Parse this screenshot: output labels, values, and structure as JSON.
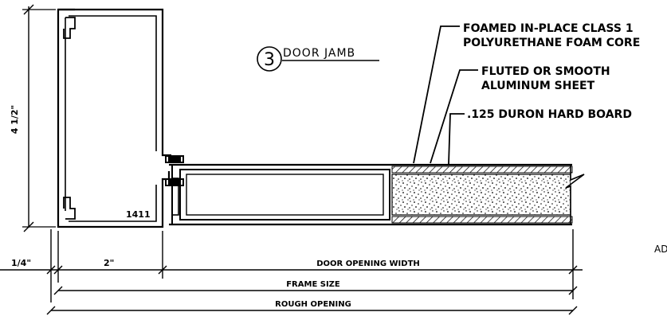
{
  "view_number": "3",
  "view_title": "DOOR JAMB",
  "callouts": {
    "foam_line1": "FOAMED IN-PLACE CLASS 1",
    "foam_line2": "POLYURETHANE FOAM CORE",
    "sheet_line1": "FLUTED OR SMOOTH",
    "sheet_line2": "ALUMINUM SHEET",
    "hardboard": ".125 DURON HARD BOARD"
  },
  "part_number": "1411",
  "dimensions": {
    "frame_depth": "4 1/2\"",
    "shim_gap": "1/4\"",
    "frame_face": "2\"",
    "door_opening_width": "DOOR OPENING WIDTH",
    "frame_size": "FRAME SIZE",
    "rough_opening": "ROUGH OPENING"
  },
  "edge_fragment": "AD",
  "colors": {
    "line": "#000000",
    "background": "#ffffff"
  }
}
